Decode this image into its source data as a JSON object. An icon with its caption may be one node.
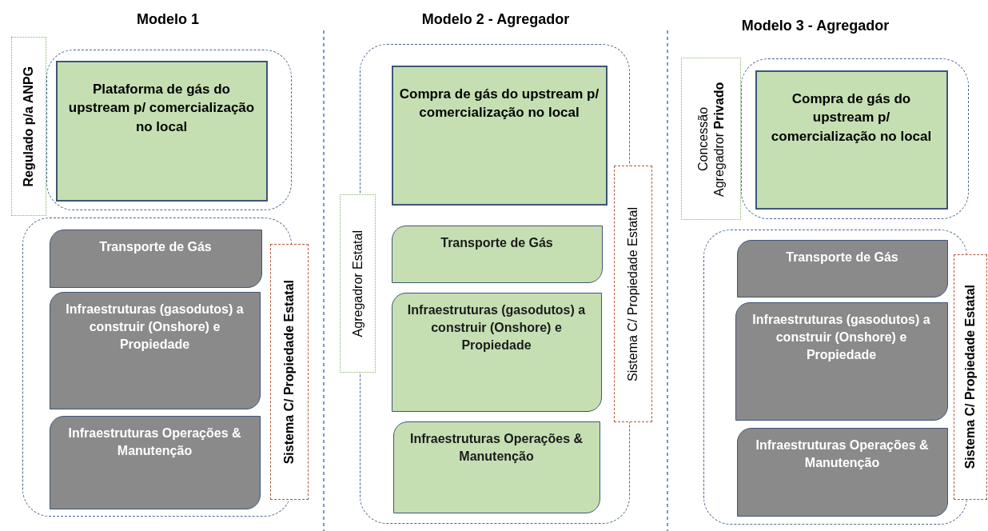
{
  "diagram": {
    "nodes": [
      {
        "text": [],
        "shape": "box"
      },
      {
        "text": [
          "Plataforma de gás do upstream p/ comercialização no local"
        ],
        "in": 0
      },
      {
        "text": [
          "Regulado p/a ANPG"
        ]
      },
      {
        "text": [],
        "shape": "box"
      },
      {
        "text": [
          "Transporte de Gás"
        ],
        "in": 3
      },
      {
        "text": [
          "Infraestruturas (gasodutos) a construir (Onshore) e Propiedade"
        ],
        "in": 3
      },
      {
        "text": [
          "Infraestruturas Operações & Manutenção"
        ],
        "in": 3
      },
      {
        "text": [
          "Sistema C/ Propiedade Estatal"
        ]
      },
      {
        "text": [],
        "shape": "box"
      },
      {
        "text": [
          "Compra de gás do upstream p/ comercialização no local"
        ],
        "in": 8
      },
      {
        "text": [
          "Transporte de Gás"
        ],
        "in": 8
      },
      {
        "text": [
          "Infraestruturas (gasodutos) a construir (Onshore) e Propiedade"
        ],
        "in": 8
      },
      {
        "text": [
          "Infraestruturas Operações & Manutenção"
        ],
        "in": 8
      },
      {
        "text": [
          "Agregadror Estatal"
        ]
      },
      {
        "text": [
          "Sistema C/ Propiedade Estatal"
        ]
      },
      {
        "text": [],
        "shape": "box"
      },
      {
        "text": [
          "Compra de gás do upstream p/ comercialização no local"
        ],
        "in": 15
      },
      {
        "text": [
          "Concessão Agregadror **Privado**"
        ]
      },
      {
        "text": [],
        "shape": "box"
      },
      {
        "text": [
          "Transporte de Gás"
        ],
        "in": 18
      },
      {
        "text": [
          "Infraestruturas (gasodutos) a construir (Onshore) e Propiedade"
        ],
        "in": 18
      },
      {
        "text": [
          "Infraestruturas Operações & Manutenção"
        ],
        "in": 18
      },
      {
        "text": [
          "Sistema C/ Propiedade Estatal"
        ]
      }
    ],
    "labels": [
      "Modelo 1",
      "Modelo 2 - Agregador",
      "Modelo 3 - Agregador"
    ]
  }
}
